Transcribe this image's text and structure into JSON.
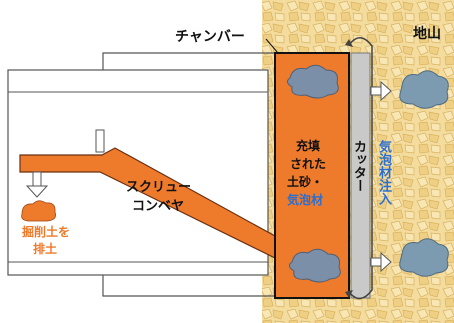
{
  "labels": {
    "chamber": "チャンバー",
    "ground": "地山",
    "screw_conveyor": [
      "スクリュー",
      "コンベヤ"
    ],
    "discharge": [
      "掘削土を",
      "排土"
    ],
    "chamber_fill": [
      "充填",
      "された",
      "土砂・"
    ],
    "chamber_fill_foam": "気泡材",
    "cutter": "カッター",
    "foam_injection": "気泡材注入"
  },
  "colors": {
    "soil_orange": "#ee7a2c",
    "foam_blue": "#2a6fd0",
    "ground_fill": "#f2d99a",
    "cutter_gray": "#c9c9c9",
    "blob_blue": "#7b8fa8"
  },
  "icons": [
    "arrow-down-icon",
    "arrow-right-icon",
    "rotation-arrow-icon",
    "foam-blob-icon",
    "soil-pile-icon"
  ]
}
